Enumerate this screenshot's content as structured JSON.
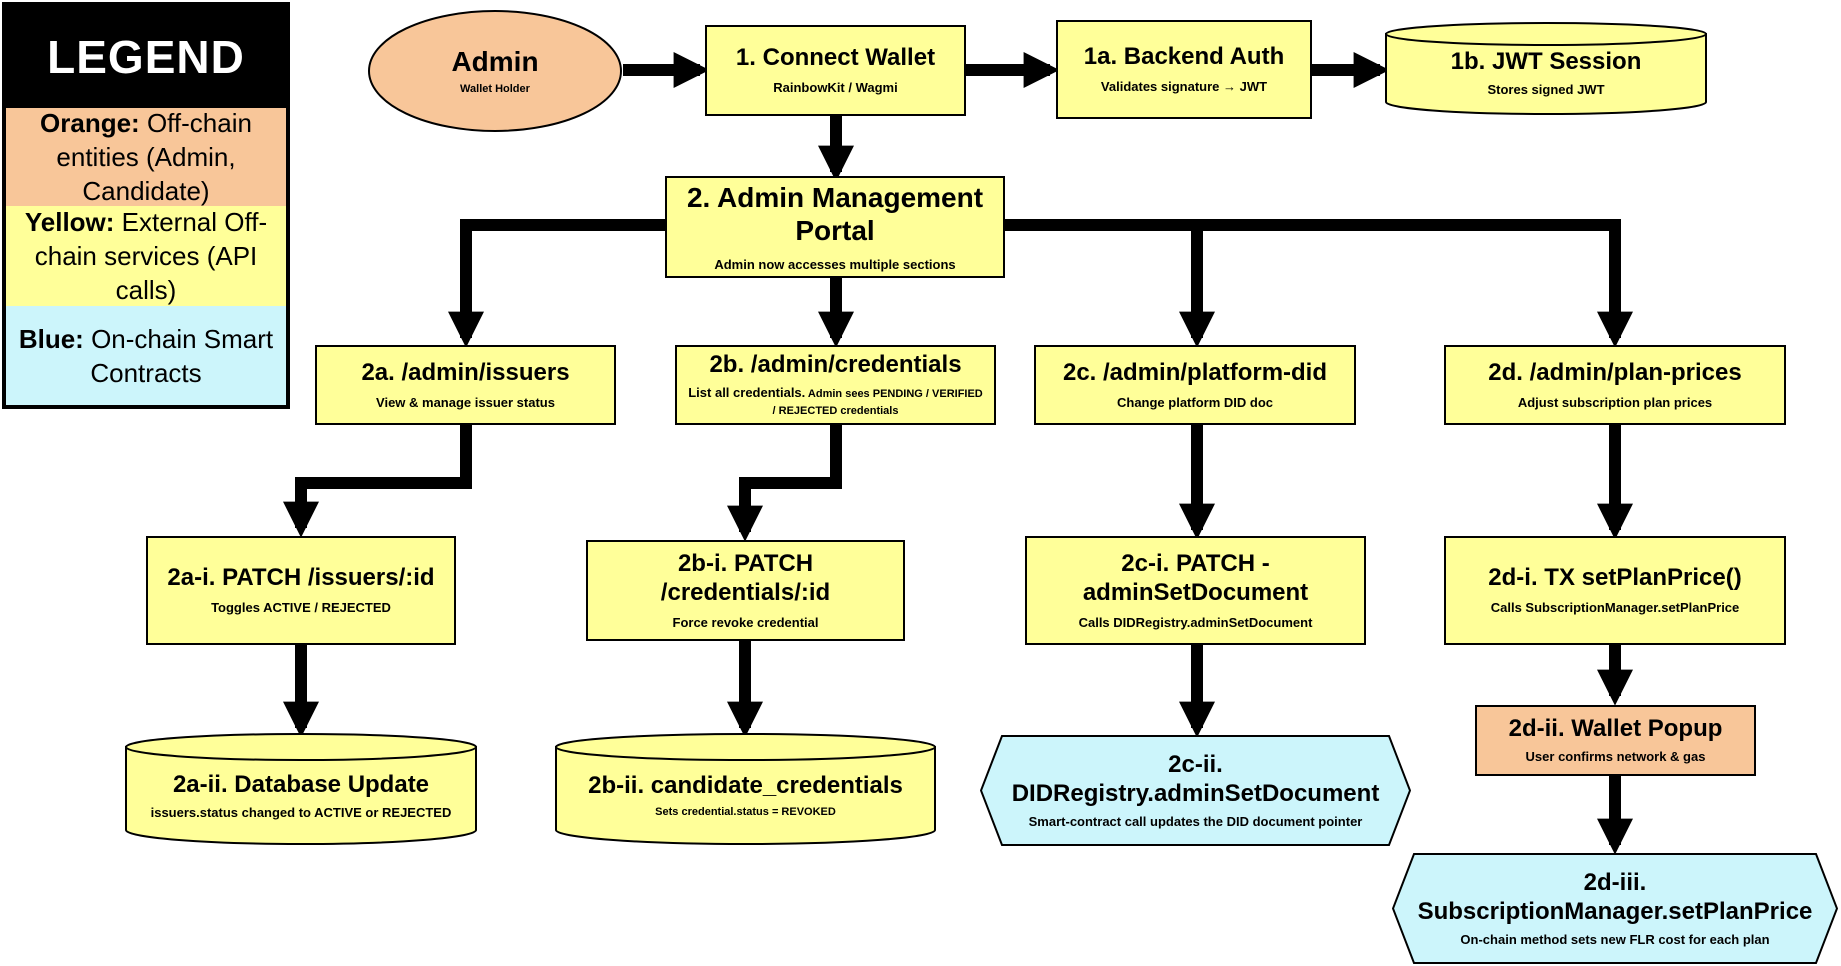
{
  "legend": {
    "title": "LEGEND",
    "rows": [
      {
        "key": "Orange:",
        "text": " Off-chain entities (Admin, Candidate)",
        "color": "#f8c699"
      },
      {
        "key": "Yellow:",
        "text": " External Off-chain services (API calls)",
        "color": "#ffff99"
      },
      {
        "key": "Blue:",
        "text": " On-chain Smart Contracts",
        "color": "#ccf5fb"
      }
    ]
  },
  "nodes": {
    "admin": {
      "title": "Admin",
      "sub": "Wallet Holder"
    },
    "connect": {
      "title": "1. Connect Wallet",
      "sub": "RainbowKit / Wagmi"
    },
    "auth": {
      "title": "1a. Backend Auth",
      "sub": "Validates signature → JWT"
    },
    "jwt": {
      "title": "1b. JWT Session",
      "sub": "Stores signed JWT"
    },
    "portal": {
      "title": "2. Admin Management Portal",
      "sub": "Admin now accesses multiple sections"
    },
    "issuers": {
      "title": "2a. /admin/issuers",
      "sub": "View & manage issuer status"
    },
    "credentials": {
      "title": "2b. /admin/credentials",
      "sub_main": "List all credentials.",
      "sub": " Admin sees PENDING / VERIFIED / REJECTED credentials"
    },
    "platform": {
      "title": "2c. /admin/platform-did",
      "sub": "Change platform DID doc"
    },
    "plan": {
      "title": "2d. /admin/plan-prices",
      "sub": "Adjust subscription plan prices"
    },
    "patch_issuers": {
      "title": "2a-i. PATCH /issuers/:id",
      "sub": "Toggles ACTIVE / REJECTED"
    },
    "patch_creds": {
      "title": "2b-i. PATCH /credentials/:id",
      "sub": "Force revoke credential"
    },
    "patch_admin": {
      "title": "2c-i. PATCH - adminSetDocument",
      "sub": "Calls DIDRegistry.adminSetDocument"
    },
    "tx_plan": {
      "title": "2d-i. TX setPlanPrice()",
      "sub": "Calls SubscriptionManager.setPlanPrice"
    },
    "db_update": {
      "title": "2a-ii. Database Update",
      "sub": "issuers.status changed to ACTIVE or REJECTED"
    },
    "cand_creds": {
      "title": "2b-ii. candidate_credentials",
      "sub": "Sets credential.status = REVOKED"
    },
    "did_registry": {
      "title": "2c-ii. DIDRegistry.adminSetDocument",
      "sub": "Smart-contract call updates the DID document pointer"
    },
    "wallet_popup": {
      "title": "2d-ii. Wallet Popup",
      "sub": "User confirms network & gas"
    },
    "sub_manager": {
      "title": "2d-iii. SubscriptionManager.setPlanPrice",
      "sub": "On-chain method sets new FLR cost for each plan"
    }
  },
  "colors": {
    "orange": "#f8c699",
    "yellow": "#ffff99",
    "blue": "#ccf5fb",
    "line": "#000000"
  }
}
